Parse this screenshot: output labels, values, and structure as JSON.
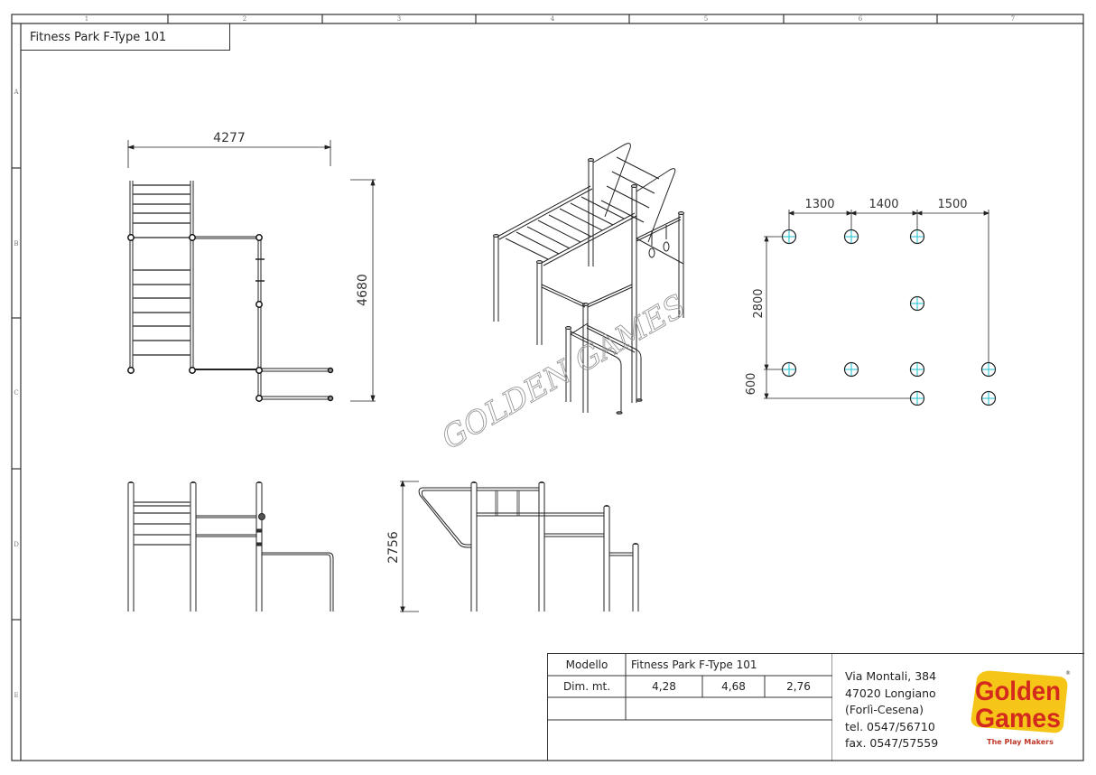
{
  "sheet": {
    "title": "Fitness Park F-Type 101",
    "column_labels": [
      "1",
      "2",
      "3",
      "4",
      "5",
      "6",
      "7"
    ],
    "row_labels": [
      "A",
      "B",
      "C",
      "D",
      "E"
    ]
  },
  "plan_view": {
    "width_dim": "4277",
    "depth_dim": "4680"
  },
  "foundation_plan": {
    "spacing_x": [
      "1300",
      "1400",
      "1500"
    ],
    "spacing_y": [
      "2800",
      "600"
    ],
    "post_count": 10
  },
  "elevation": {
    "height_dim": "2756"
  },
  "watermark": {
    "text": "GOLDEN GAMES"
  },
  "title_block": {
    "model_label": "Modello",
    "model_value": "Fitness Park F-Type 101",
    "dim_label": "Dim. mt.",
    "dims": [
      "4,28",
      "4,68",
      "2,76"
    ],
    "address": [
      "Via Montali, 384",
      "47020 Longiano",
      "(Forlì-Cesena)",
      "tel. 0547/56710",
      "fax. 0547/57559"
    ]
  },
  "logo": {
    "line1": "Golden",
    "line2": "Games",
    "tagline": "The Play Makers",
    "registered_mark": "®",
    "colors": {
      "background": "#f5c518",
      "text": "#d42a1e",
      "tagline": "#c0392b"
    }
  }
}
